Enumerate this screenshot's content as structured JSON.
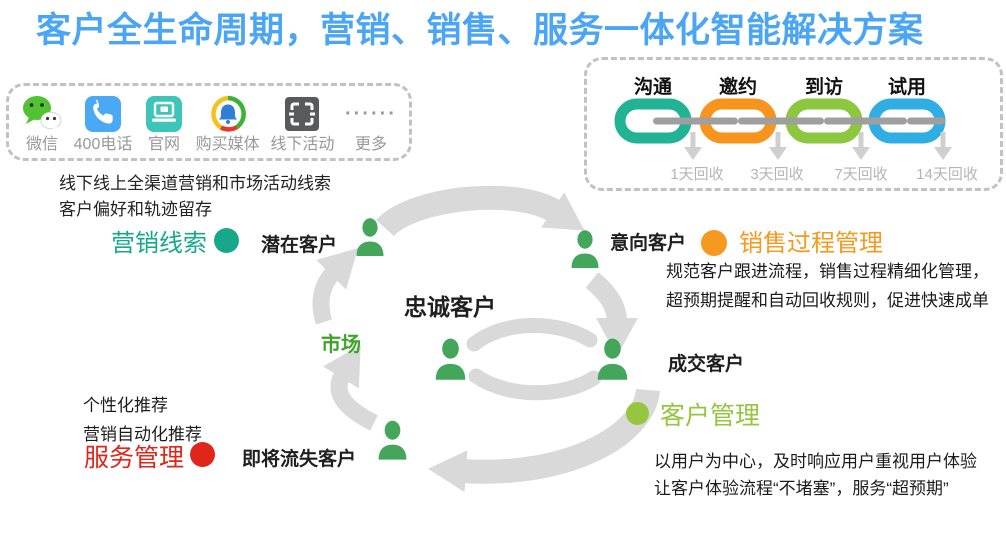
{
  "title": "客户全生命周期，营销、销售、服务一体化智能解决方案",
  "colors": {
    "title": "#4ba5f5",
    "person": "#44a65a",
    "arrow": "#d9d9d9",
    "market": "#3fa32b"
  },
  "channels": {
    "items": [
      {
        "icon": "wechat-icon",
        "label": "微信"
      },
      {
        "icon": "phone-400-icon",
        "label": "400电话"
      },
      {
        "icon": "website-icon",
        "label": "官网"
      },
      {
        "icon": "paid-media-icon",
        "label": "购买媒体"
      },
      {
        "icon": "offline-activity-icon",
        "label": "线下活动"
      },
      {
        "icon": "more-dots-icon",
        "label": "更多",
        "dots": "······"
      }
    ],
    "caption_line1": "线下线上全渠道营销和市场活动线索",
    "caption_line2": "客户偏好和轨迹留存"
  },
  "funnel": {
    "stages": [
      {
        "label": "沟通",
        "recycle": "1天回收",
        "color": "#22b294"
      },
      {
        "label": "邀约",
        "recycle": "3天回收",
        "color": "#f8941d"
      },
      {
        "label": "到访",
        "recycle": "7天回收",
        "color": "#8dc63f"
      },
      {
        "label": "试用",
        "recycle": "14天回收",
        "color": "#30aee4"
      }
    ]
  },
  "cycle": {
    "loyal": "忠诚客户",
    "market": "市场",
    "potential": "潜在客户",
    "intent": "意向客户",
    "deal": "成交客户",
    "churn": "即将流失客户"
  },
  "sections": {
    "marketing_leads": {
      "title": "营销线索",
      "color": "#17a78a"
    },
    "sales_process": {
      "title": "销售过程管理",
      "color": "#f5991f",
      "desc1": "规范客户跟进流程，销售过程精细化管理，",
      "desc2": "超预期提醒和自动回收规则，促进快速成单"
    },
    "customer_mgmt": {
      "title": "客户管理",
      "color": "#95c63d",
      "desc1": "以用户为中心，及时响应用户重视用户体验",
      "desc2": "让客户体验流程“不堵塞”，服务“超预期”"
    },
    "service_mgmt": {
      "title": "服务管理",
      "color": "#e0251a",
      "note1": "个性化推荐",
      "note2": "营销自动化推荐"
    }
  }
}
